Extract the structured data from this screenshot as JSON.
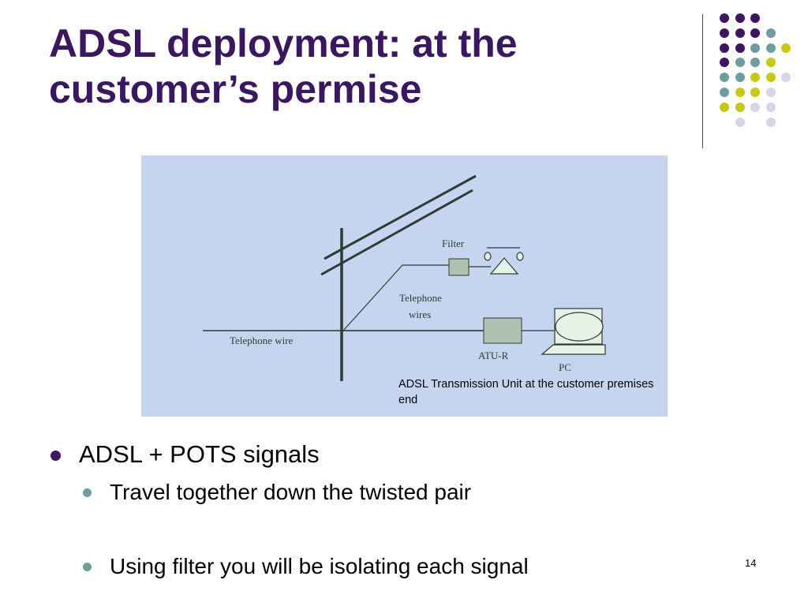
{
  "slide": {
    "title_line1": "ADSL deployment: at the",
    "title_line2": "customer’s permise",
    "page_number": "14"
  },
  "diagram": {
    "labels": {
      "filter": "Filter",
      "telephone_wires_1": "Telephone",
      "telephone_wires_2": "wires",
      "telephone_wire": "Telephone wire",
      "atu_r": "ATU-R",
      "pc": "PC"
    },
    "caption": "ADSL Transmission Unit at the customer premises end",
    "colors": {
      "background": "#c5d5ef",
      "line": "#2f3b33",
      "box": "#b1c1b1",
      "screen": "#e6f2e6"
    }
  },
  "bullets": {
    "level1": "ADSL + POTS signals",
    "level2": [
      "Travel together down the twisted pair",
      "Using filter you will be isolating each signal"
    ]
  },
  "theme": {
    "title_color": "#3b175f",
    "dot_colors": [
      "#3b175f",
      "#6f9d9f",
      "#c8c819",
      "#d5d5e8"
    ]
  }
}
